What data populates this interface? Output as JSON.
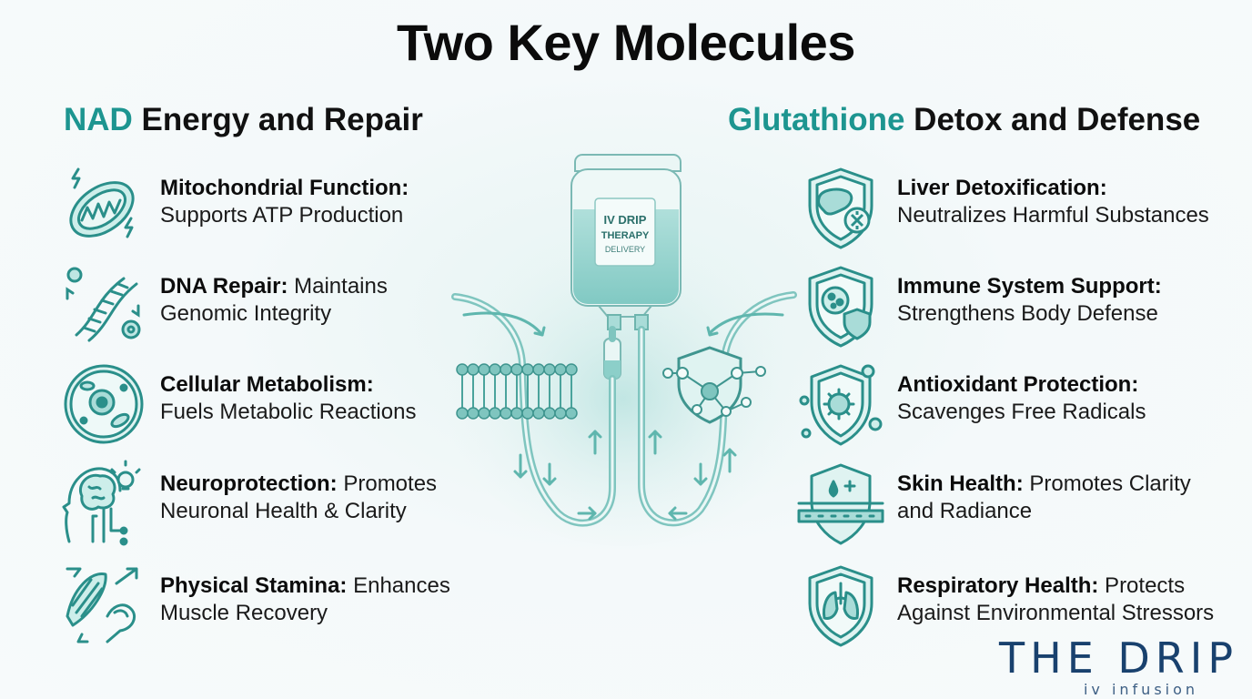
{
  "title": "Two Key Molecules",
  "nad": {
    "accent": "NAD",
    "heading": " Energy and Repair",
    "items": [
      {
        "bold": "Mitochondrial Function:",
        "rest_a": "",
        "line2": "Supports ATP Production",
        "icon": "mitochondria-icon"
      },
      {
        "bold": "DNA Repair:",
        "rest_a": " Maintains",
        "line2": "Genomic Integrity",
        "icon": "dna-icon"
      },
      {
        "bold": "Cellular Metabolism:",
        "rest_a": "",
        "line2": "Fuels Metabolic Reactions",
        "icon": "cell-icon"
      },
      {
        "bold": "Neuroprotection:",
        "rest_a": " Promotes",
        "line2": "Neuronal Health & Clarity",
        "icon": "brain-icon"
      },
      {
        "bold": "Physical Stamina:",
        "rest_a": " Enhances",
        "line2": "Muscle Recovery",
        "icon": "muscle-icon"
      }
    ]
  },
  "glutathione": {
    "accent": "Glutathione",
    "heading": " Detox and Defense",
    "items": [
      {
        "bold": "Liver Detoxification:",
        "rest_a": "",
        "line2": "Neutralizes Harmful Substances",
        "icon": "liver-shield-icon"
      },
      {
        "bold": "Immune System Support:",
        "rest_a": "",
        "line2": "Strengthens Body Defense",
        "icon": "immune-shield-icon"
      },
      {
        "bold": "Antioxidant Protection:",
        "rest_a": "",
        "line2": "Scavenges Free Radicals",
        "icon": "antioxidant-shield-icon"
      },
      {
        "bold": "Skin Health:",
        "rest_a": " Promotes Clarity",
        "line2": "and Radiance",
        "icon": "skin-shield-icon"
      },
      {
        "bold": "Respiratory Health:",
        "rest_a": " Protects",
        "line2": "Against Environmental Stressors",
        "icon": "lungs-shield-icon"
      }
    ]
  },
  "iv_bag": {
    "line1": "IV DRIP",
    "line2": "THERAPY",
    "line3": "DELIVERY"
  },
  "brand": {
    "name": "THE DRIP",
    "tagline": "iv infusion"
  },
  "colors": {
    "accent": "#1d9590",
    "icon_stroke": "#2a8f8a",
    "icon_fill": "#bfe6e3",
    "brand": "#19416e"
  }
}
